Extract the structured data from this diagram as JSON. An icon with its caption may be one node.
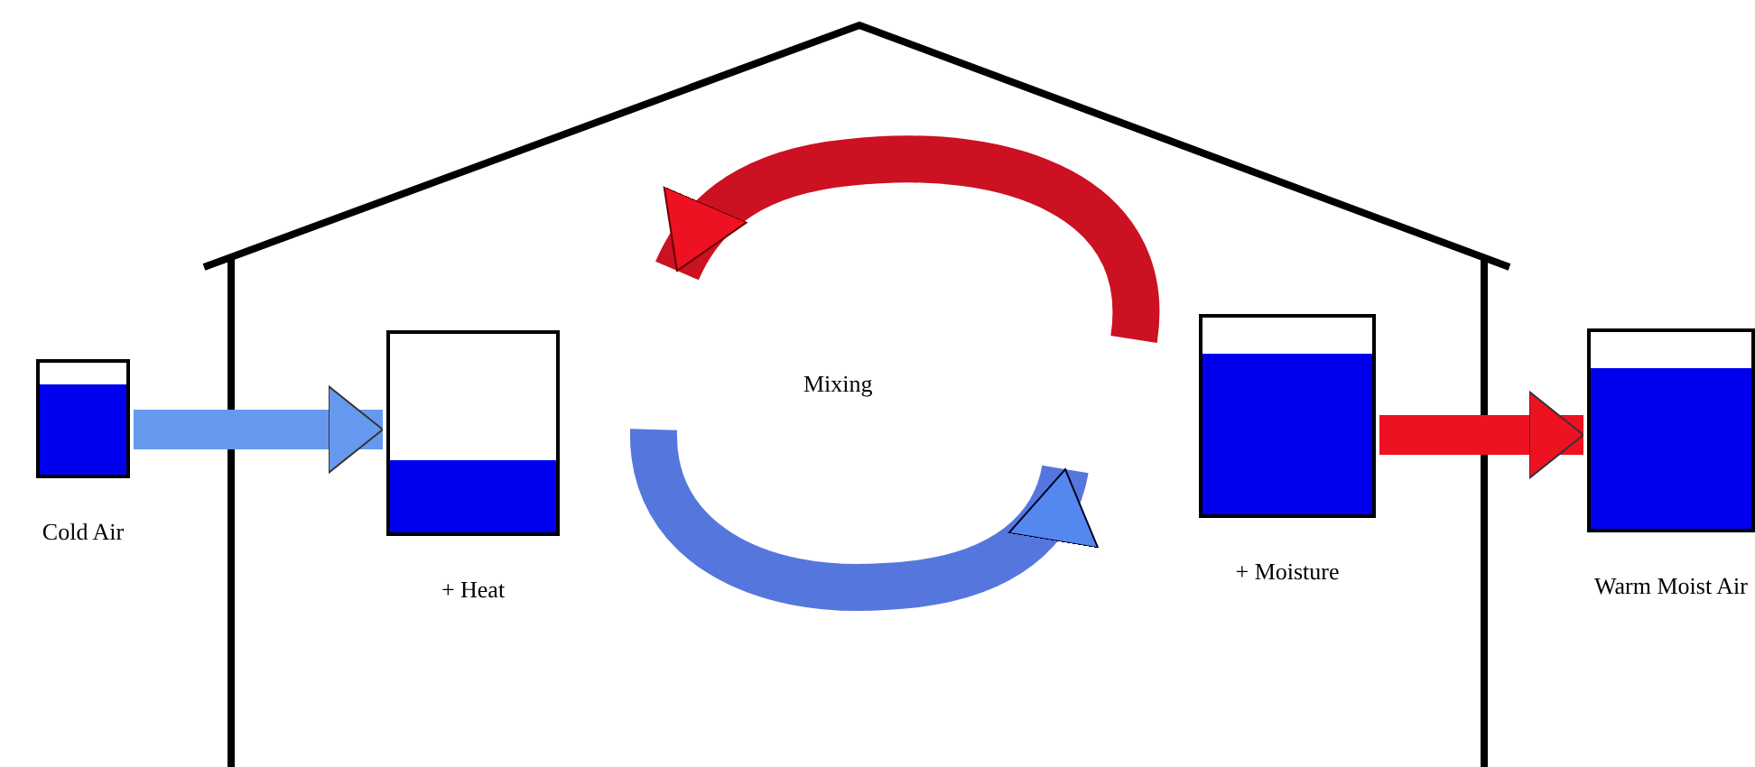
{
  "diagram": {
    "nodes": [
      {
        "text": [
          "Cold Air"
        ]
      },
      {
        "text": [
          "+ Heat"
        ]
      },
      {
        "text": [
          "+ Moisture"
        ]
      },
      {
        "text": [
          "Warm Moist Air"
        ]
      }
    ],
    "edges": [
      {
        "from": 0,
        "to": 1,
        "arrow": "to",
        "color": "#6699ee"
      },
      {
        "from": 2,
        "to": 3,
        "arrow": "to",
        "color": "#ee1122"
      }
    ],
    "labels": [
      "Mixing"
    ]
  }
}
